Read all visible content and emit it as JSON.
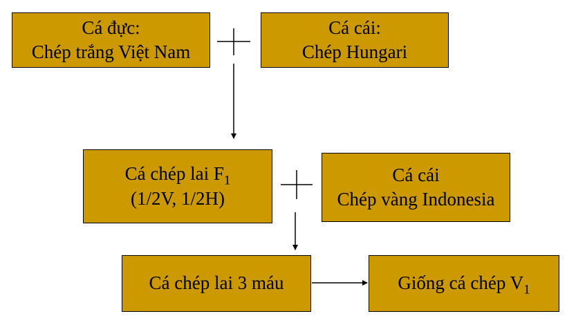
{
  "diagram": {
    "box_fill": "#cc9900",
    "male": {
      "line1": "Cá đực:",
      "line2": "Chép trắng Việt Nam"
    },
    "female_hungary": {
      "line1": "Cá cái:",
      "line2": "Chép Hungari"
    },
    "f1": {
      "line1_main": "Cá chép lai F",
      "line1_sub": "1",
      "line2": "(1/2V, 1/2H)"
    },
    "female_indonesia": {
      "line1": "Cá cái",
      "line2": "Chép vàng Indonesia"
    },
    "three_blood": {
      "label": "Cá chép lai 3 máu"
    },
    "v1": {
      "label_main": "Giống cá chép V",
      "label_sub": "1"
    }
  }
}
